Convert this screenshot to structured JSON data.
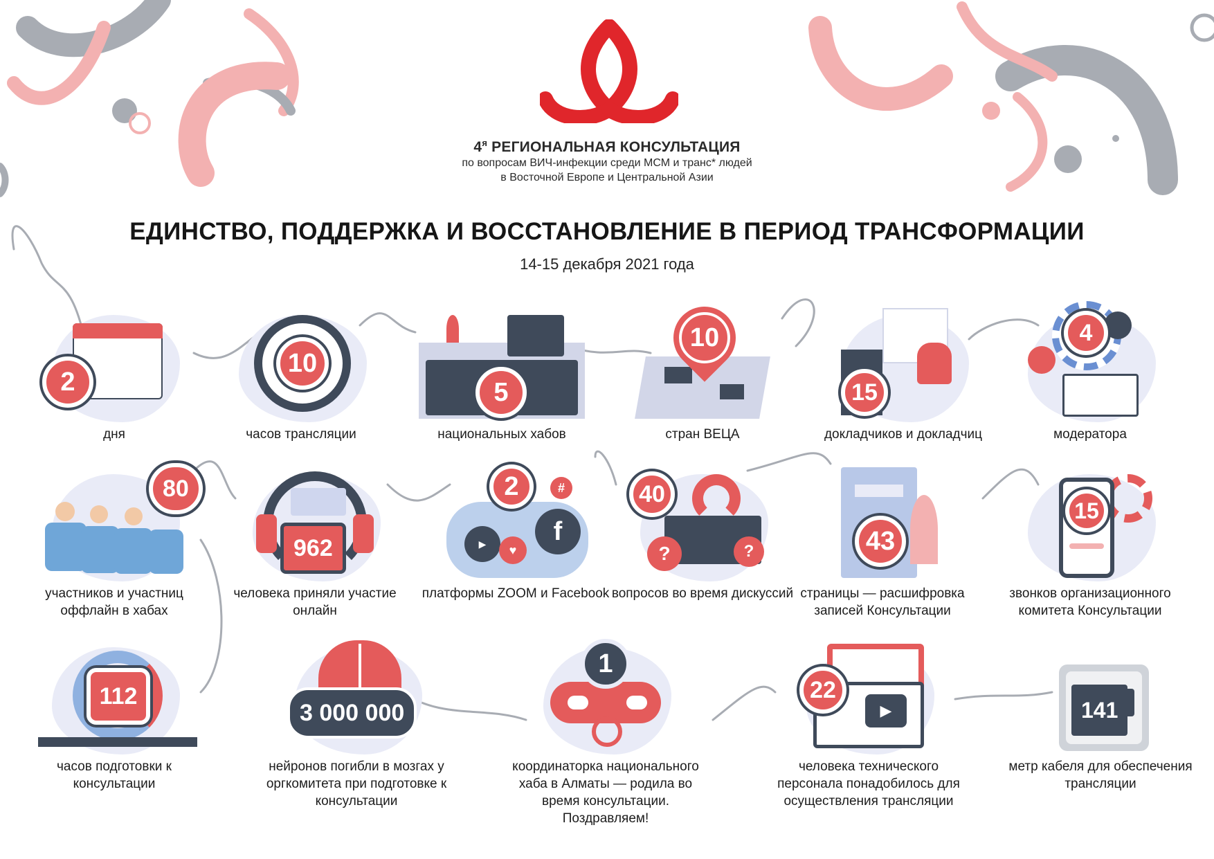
{
  "header": {
    "event_number": "4",
    "event_number_sup": "я",
    "event_title": "РЕГИОНАЛЬНАЯ КОНСУЛЬТАЦИЯ",
    "subtitle_line1": "по вопросам ВИЧ-инфекции среди МСМ и транс* людей",
    "subtitle_line2": "в Восточной Европе и Центральной Азии"
  },
  "main_title": "ЕДИНСТВО, ПОДДЕРЖКА И ВОССТАНОВЛЕНИЕ В ПЕРИОД ТРАНСФОРМАЦИИ",
  "date": "14-15 декабря 2021 года",
  "colors": {
    "accent": "#e45b5b",
    "dark": "#3f4a5a",
    "pink": "#f3b1b1",
    "grey": "#a8acb3",
    "blob": "#e9ebf7"
  },
  "stats": [
    {
      "value": "2",
      "caption": "дня",
      "icon": "calendar-icon"
    },
    {
      "value": "10",
      "caption": "часов трансляции",
      "icon": "clock-icon"
    },
    {
      "value": "5",
      "caption": "национальных хабов",
      "icon": "desk-icon"
    },
    {
      "value": "10",
      "caption": "стран ВЕЦА",
      "icon": "map-pin-icon"
    },
    {
      "value": "15",
      "caption": "докладчиков и докладчиц",
      "icon": "presentation-icon"
    },
    {
      "value": "4",
      "caption": "модератора",
      "icon": "gears-icon"
    },
    {
      "value": "80",
      "caption": "участников и участниц оффлайн в хабах",
      "icon": "audience-icon"
    },
    {
      "value": "962",
      "caption": "человека приняли участие онлайн",
      "icon": "headset-icon"
    },
    {
      "value": "2",
      "caption": "платформы ZOOM и Facebook",
      "icon": "social-icon"
    },
    {
      "value": "40",
      "caption": "вопросов во время дискуссий",
      "icon": "question-icon"
    },
    {
      "value": "43",
      "caption": "страницы — расшифровка записей Консультации",
      "icon": "document-icon"
    },
    {
      "value": "15",
      "caption": "звонков организационного комитета Консультации",
      "icon": "phone-icon"
    },
    {
      "value": "112",
      "caption": "часов подготовки к консультации",
      "icon": "cycle-icon"
    },
    {
      "value": "3 000 000",
      "caption": "нейронов погибли в мозгах у оргкомитета при подготовке к консультации",
      "icon": "brain-icon"
    },
    {
      "value": "1",
      "caption": "координаторка национального хаба в Алматы — родила во время консультации. Поздравляем!",
      "icon": "pacifier-icon"
    },
    {
      "value": "22",
      "caption": "человека технического персонала понадобилось для осуществления трансляции",
      "icon": "video-icon"
    },
    {
      "value": "141",
      "caption": "метр кабеля для обеспечения трансляции",
      "icon": "cable-icon"
    }
  ]
}
